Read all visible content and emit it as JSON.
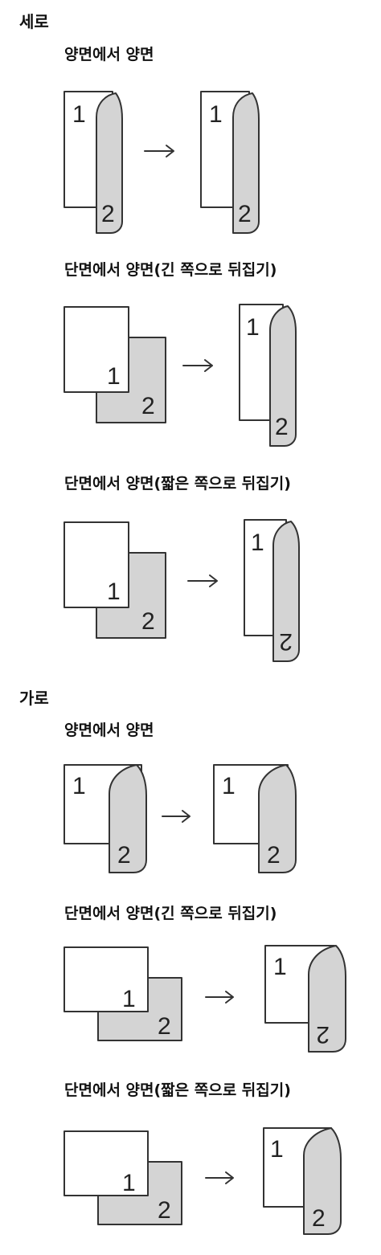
{
  "sections": [
    {
      "heading": "세로",
      "items": [
        {
          "label": "양면에서 양면",
          "page_front": "1",
          "page_back": "2"
        },
        {
          "label": "단면에서 양면(긴 쪽으로 뒤집기)",
          "page_front": "1",
          "page_back": "2"
        },
        {
          "label": "단면에서 양면(짧은 쪽으로 뒤집기)",
          "page_front": "1",
          "page_back": "2"
        }
      ]
    },
    {
      "heading": "가로",
      "items": [
        {
          "label": "양면에서 양면",
          "page_front": "1",
          "page_back": "2"
        },
        {
          "label": "단면에서 양면(긴 쪽으로 뒤집기)",
          "page_front": "1",
          "page_back": "2"
        },
        {
          "label": "단면에서 양면(짧은 쪽으로 뒤집기)",
          "page_front": "1",
          "page_back": "2"
        }
      ]
    }
  ],
  "icons": {
    "arrow": "right-arrow-icon",
    "folded_sheet": "folded-sheet-icon",
    "stacked_sheets": "stacked-sheets-icon"
  },
  "colors": {
    "sheet_front": "#ffffff",
    "sheet_back": "#d4d4d4",
    "outline": "#333333"
  }
}
